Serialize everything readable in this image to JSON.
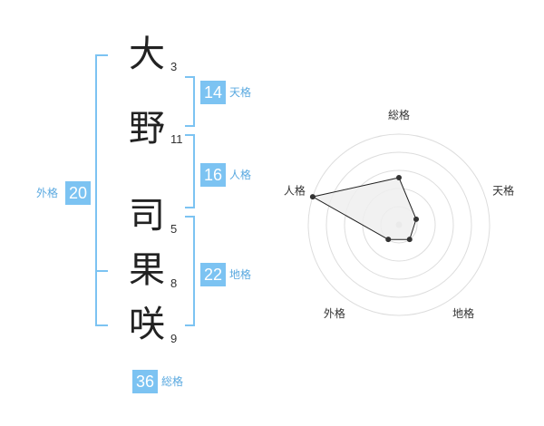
{
  "name": {
    "chars": [
      {
        "char": "大",
        "strokes": "3"
      },
      {
        "char": "野",
        "strokes": "11"
      },
      {
        "char": "司",
        "strokes": "5"
      },
      {
        "char": "果",
        "strokes": "8"
      },
      {
        "char": "咲",
        "strokes": "9"
      }
    ]
  },
  "kaku": {
    "tenkaku": {
      "value": "14",
      "label": "天格"
    },
    "jinkaku": {
      "value": "16",
      "label": "人格"
    },
    "chikaku": {
      "value": "22",
      "label": "地格"
    },
    "gaikaku": {
      "value": "20",
      "label": "外格"
    },
    "soukaku": {
      "value": "36",
      "label": "総格"
    }
  },
  "colors": {
    "accent": "#7cc3f2",
    "text": "#222222",
    "radar_fill": "#eeeeee"
  },
  "chart_data": {
    "type": "radar",
    "axes": [
      "総格",
      "天格",
      "地格",
      "外格",
      "人格"
    ],
    "values": [
      2.6,
      1.0,
      1.0,
      1.0,
      5.0
    ],
    "max": 5,
    "rings": 5
  }
}
